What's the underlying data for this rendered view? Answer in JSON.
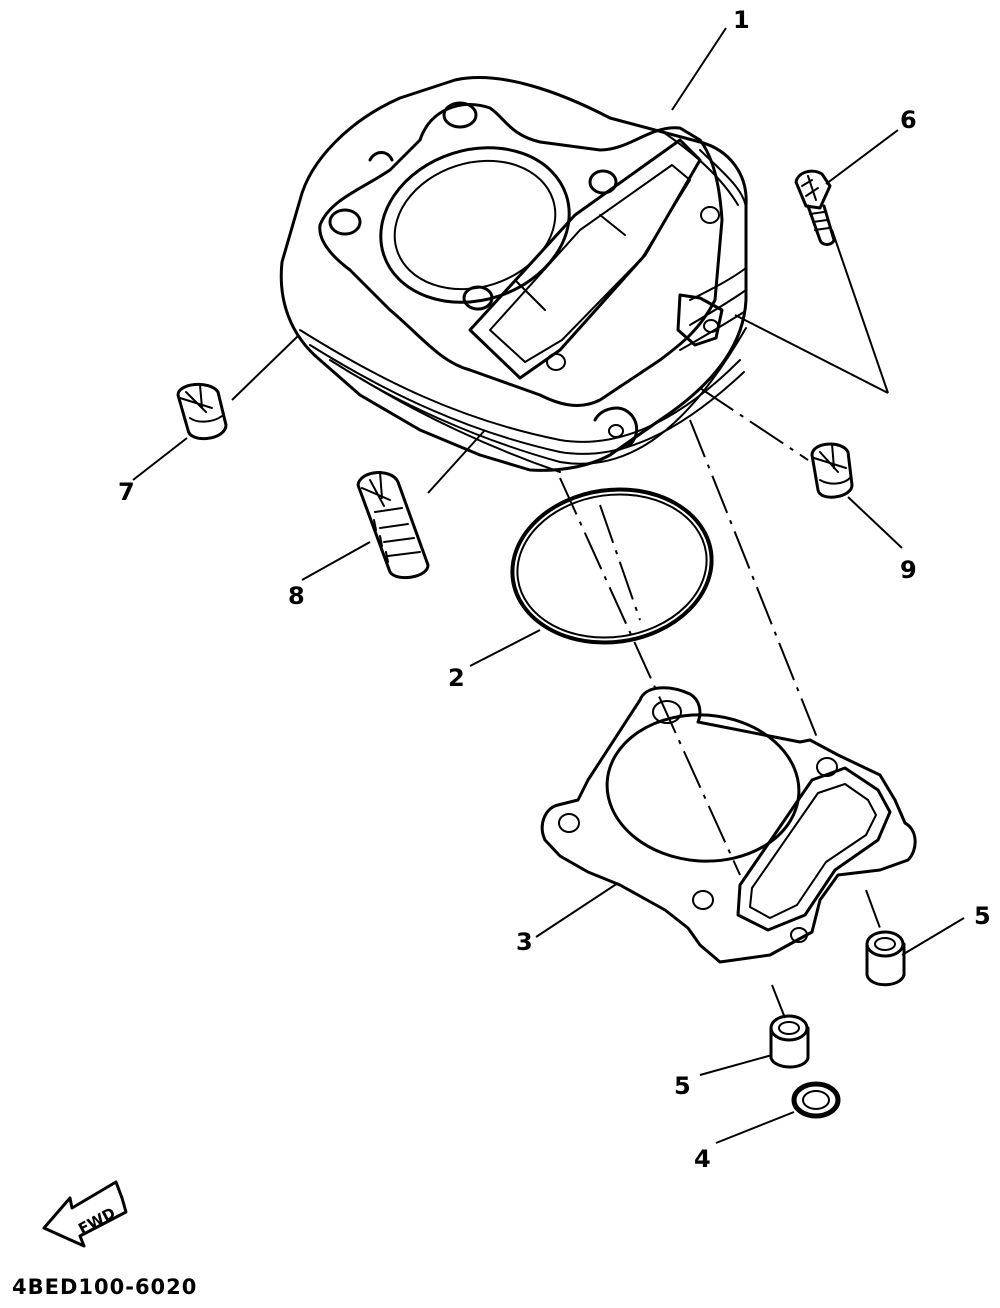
{
  "callouts": {
    "c1": "1",
    "c2": "2",
    "c3": "3",
    "c4": "4",
    "c5a": "5",
    "c5b": "5",
    "c6": "6",
    "c7": "7",
    "c8": "8",
    "c9": "9"
  },
  "fwd_label": "FWD",
  "drawing_code": "4BED100-6020"
}
